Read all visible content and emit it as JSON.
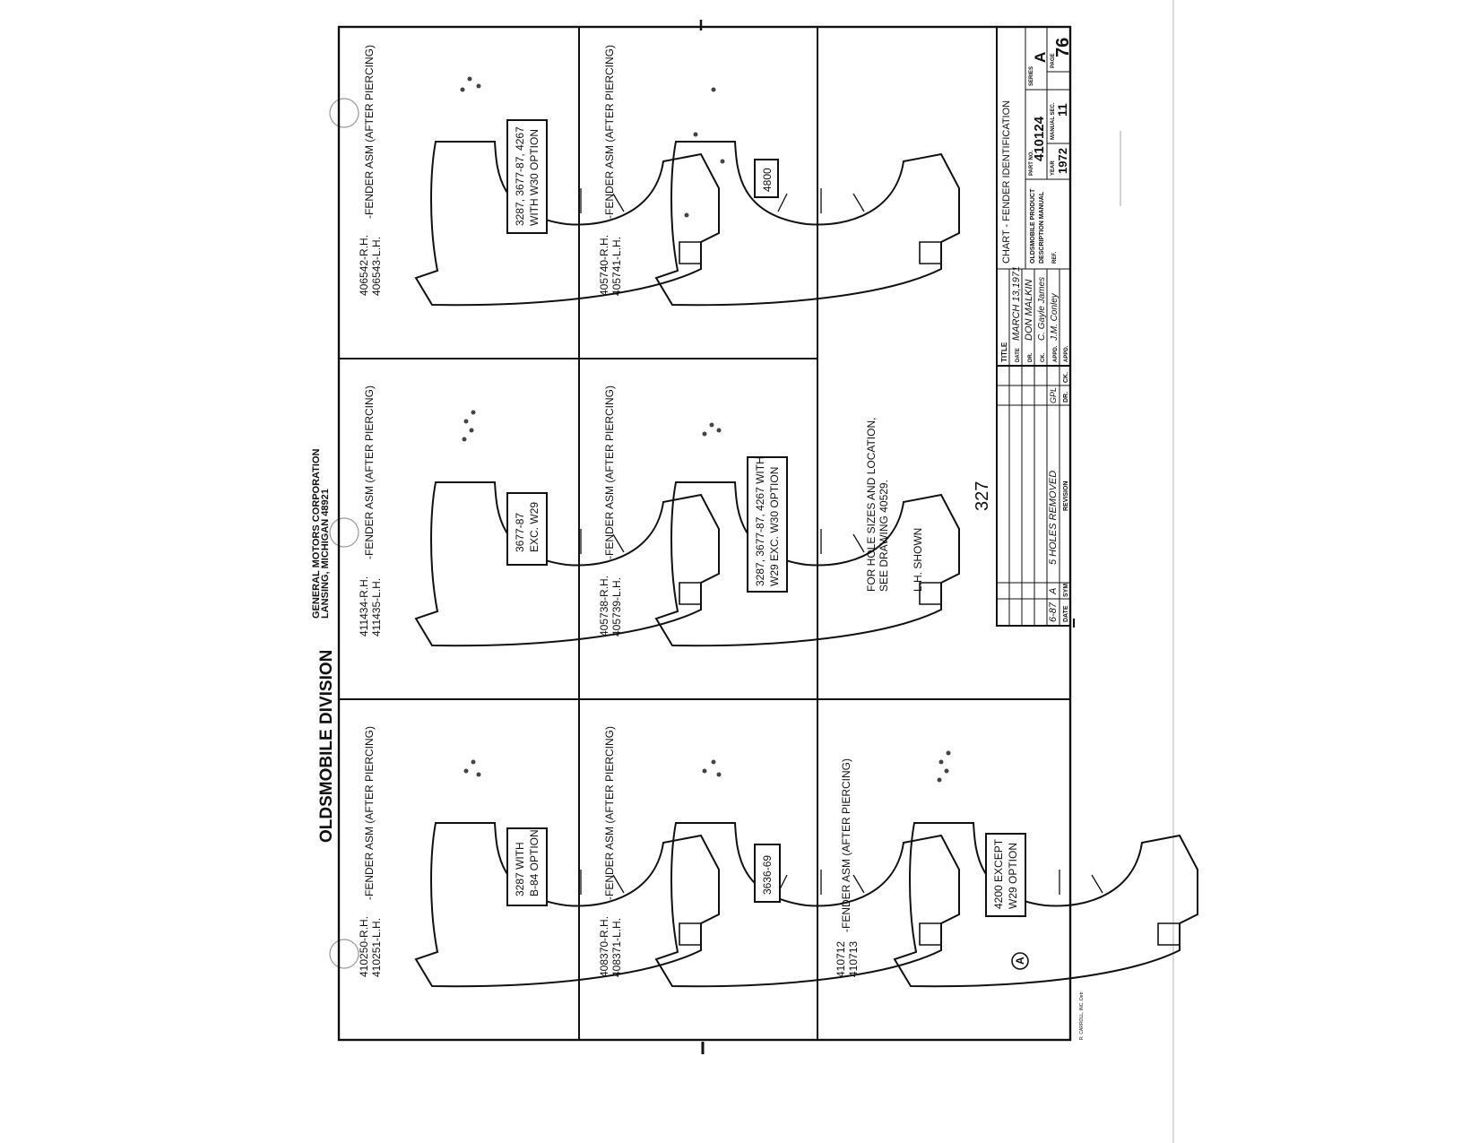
{
  "header": {
    "division": "OLDSMOBILE DIVISION",
    "corp_line1": "GENERAL MOTORS CORPORATION",
    "corp_line2": "LANSING, MICHIGAN 48921"
  },
  "panels": [
    {
      "label1": "410250-R.H.",
      "label2": "410251-L.H.",
      "desc": "-FENDER ASM (AFTER PIERCING)",
      "box1": "3287 WITH",
      "box2": "B-84 OPTION"
    },
    {
      "label1": "411434-R.H.",
      "label2": "411435-L.H.",
      "desc": "-FENDER ASM (AFTER PIERCING)",
      "box1": "3677-87",
      "box2": "EXC. W29"
    },
    {
      "label1": "406542-R.H.",
      "label2": "406543-L.H.",
      "desc": "-FENDER ASM (AFTER PIERCING)",
      "box1": "3287, 3677-87, 4267",
      "box2": "WITH W30 OPTION"
    },
    {
      "label1": "408370-R.H.",
      "label2": "408371-L.H.",
      "desc": "-FENDER ASM (AFTER PIERCING)",
      "box1": "3636-69",
      "box2": ""
    },
    {
      "label1": "405738-R.H.",
      "label2": "405739-L.H.",
      "desc": "-FENDER ASM (AFTER PIERCING)",
      "box1": "3287, 3677-87, 4267 WITH",
      "box2": "W29 EXC. W30 OPTION"
    },
    {
      "label1": "405740-R.H.",
      "label2": "405741-L.H.",
      "desc": "-FENDER ASM (AFTER PIERCING)",
      "box1": "4800",
      "box2": ""
    },
    {
      "label1": "410712",
      "label2": "410713",
      "desc": "-FENDER ASM (AFTER PIERCING)",
      "box1": "4200 EXCEPT",
      "box2": "W29 OPTION",
      "marker": "A"
    }
  ],
  "notes": {
    "line1": "FOR HOLE SIZES AND LOCATION,",
    "line2": "SEE DRAWING 40529.",
    "line3": "L.H. SHOWN",
    "page_mark": "327"
  },
  "revision": {
    "date": "6-87",
    "sym": "A",
    "text": "5 HOLES REMOVED",
    "dr": "GPL",
    "col_date": "DATE",
    "col_sym": "SYM",
    "col_rev": "REVISION",
    "col_dr": "DR.",
    "col_ck": "CK."
  },
  "title_block": {
    "title_label": "TITLE",
    "date_label": "DATE",
    "date_value": "MARCH 13,1971",
    "dr_label": "DR.",
    "dr_value": "DON MALKIN",
    "ck_label": "CK.",
    "ck_value": "C. Gayle James",
    "appd_label": "APPD.",
    "appd_value": "J.M. Conley",
    "appd2_label": "APPD.",
    "chart_title": "CHART - FENDER IDENTIFICATION",
    "product1": "OLDSMOBILE PRODUCT",
    "product2": "DESCRIPTION MANUAL",
    "part_label": "PART NO.",
    "part_value": "410124",
    "series_label": "SERIES",
    "series_value": "A",
    "ref_label": "REF.",
    "year_label": "YEAR",
    "year_value": "1972",
    "sec_label": "MANUAL SEC.",
    "sec_value": "11",
    "page_label": "PAGE",
    "page_value": "76"
  },
  "footer_credit": "R. CARROLL, INC. Detr."
}
